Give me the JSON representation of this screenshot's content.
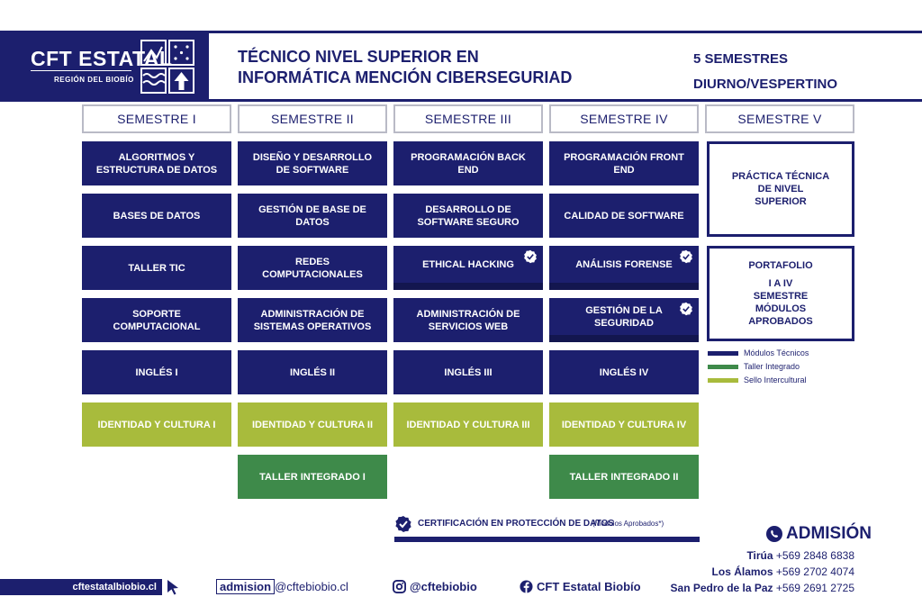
{
  "header": {
    "logo_name": "CFT ESTATAL",
    "logo_region": "REGIÓN DEL BIOBÍO",
    "title_line1": "TÉCNICO NIVEL SUPERIOR EN",
    "title_line2": "INFORMÁTICA MENCIÓN CIBERSEGURIAD",
    "duration": "5 SEMESTRES",
    "schedule": "DIURNO/VESPERTINO"
  },
  "semesters": [
    {
      "name": "SEMESTRE I",
      "courses": [
        {
          "label": "ALGORITMOS Y ESTRUCTURA DE DATOS",
          "type": "tecnico"
        },
        {
          "label": "BASES DE DATOS",
          "type": "tecnico"
        },
        {
          "label": "TALLER TIC",
          "type": "tecnico"
        },
        {
          "label": "SOPORTE COMPUTACIONAL",
          "type": "tecnico"
        },
        {
          "label": "INGLÉS I",
          "type": "tecnico"
        },
        {
          "label": "IDENTIDAD Y CULTURA I",
          "type": "intercultural"
        }
      ]
    },
    {
      "name": "SEMESTRE II",
      "courses": [
        {
          "label": "DISEÑO Y DESARROLLO DE SOFTWARE",
          "type": "tecnico"
        },
        {
          "label": "GESTIÓN DE BASE DE DATOS",
          "type": "tecnico"
        },
        {
          "label": "REDES COMPUTACIONALES",
          "type": "tecnico"
        },
        {
          "label": "ADMINISTRACIÓN DE SISTEMAS OPERATIVOS",
          "type": "tecnico"
        },
        {
          "label": "INGLÉS II",
          "type": "tecnico"
        },
        {
          "label": "IDENTIDAD Y CULTURA II",
          "type": "intercultural"
        },
        {
          "label": "TALLER INTEGRADO I",
          "type": "integrado"
        }
      ]
    },
    {
      "name": "SEMESTRE III",
      "courses": [
        {
          "label": "PROGRAMACIÓN BACK END",
          "type": "tecnico"
        },
        {
          "label": "DESARROLLO DE SOFTWARE SEGURO",
          "type": "tecnico"
        },
        {
          "label": "ETHICAL HACKING",
          "type": "tecnico",
          "certified": true
        },
        {
          "label": "ADMINISTRACIÓN DE SERVICIOS WEB",
          "type": "tecnico"
        },
        {
          "label": "INGLÉS III",
          "type": "tecnico"
        },
        {
          "label": "IDENTIDAD Y CULTURA III",
          "type": "intercultural"
        }
      ]
    },
    {
      "name": "SEMESTRE IV",
      "courses": [
        {
          "label": "PROGRAMACIÓN FRONT END",
          "type": "tecnico"
        },
        {
          "label": "CALIDAD DE SOFTWARE",
          "type": "tecnico"
        },
        {
          "label": "ANÁLISIS FORENSE",
          "type": "tecnico",
          "certified": true
        },
        {
          "label": "GESTIÓN DE LA SEGURIDAD",
          "type": "tecnico",
          "certified": true
        },
        {
          "label": "INGLÉS IV",
          "type": "tecnico"
        },
        {
          "label": "IDENTIDAD Y CULTURA IV",
          "type": "intercultural"
        },
        {
          "label": "TALLER INTEGRADO II",
          "type": "integrado"
        }
      ]
    },
    {
      "name": "SEMESTRE V",
      "practica": "PRÁCTICA TÉCNICA DE NIVEL SUPERIOR",
      "portafolio_title": "PORTAFOLIO",
      "portafolio_sub": "I A IV SEMESTRE MÓDULOS APROBADOS"
    }
  ],
  "legend": [
    {
      "label": "Módulos Técnicos",
      "color": "#1c1f6e"
    },
    {
      "label": "Taller Integrado",
      "color": "#3e8a4a"
    },
    {
      "label": "Sello Intercultural",
      "color": "#a8bb3c"
    }
  ],
  "certification": {
    "title": "CERTIFICACIÓN EN PROTECCIÓN DE DATOS",
    "note": "(Modulos Aprobados*)"
  },
  "admission": {
    "title": "ADMISIÓN",
    "phones": [
      {
        "city": "Tirúa",
        "number": "+569 2848 6838"
      },
      {
        "city": "Los Álamos",
        "number": "+569 2702 4074"
      },
      {
        "city": "San Pedro de la Paz",
        "number": "+569 2691 2725"
      }
    ]
  },
  "footer": {
    "website": "cftestatalbiobio.cl",
    "email_user": "admision",
    "email_domain": "@cftebiobio.cl",
    "instagram": "@cftebiobio",
    "facebook": "CFT Estatal Biobío"
  },
  "colors": {
    "navy": "#1c1f6e",
    "lime": "#a8bb3c",
    "green": "#3e8a4a"
  }
}
